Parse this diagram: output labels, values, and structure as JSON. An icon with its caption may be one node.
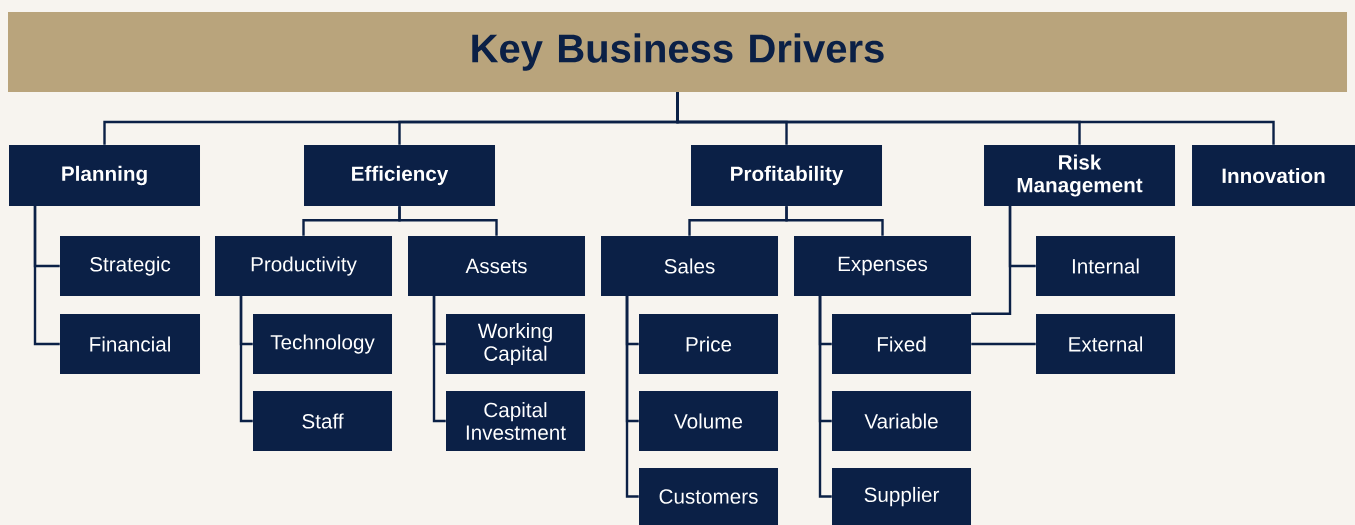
{
  "diagram": {
    "nodes": [
      {
        "text": [
          "Key Business Drivers"
        ]
      },
      {
        "text": [
          "Planning"
        ]
      },
      {
        "text": [
          "Strategic"
        ]
      },
      {
        "text": [
          "Financial"
        ]
      },
      {
        "text": [
          "Efficiency"
        ]
      },
      {
        "text": [
          "Productivity"
        ]
      },
      {
        "text": [
          "Technology"
        ]
      },
      {
        "text": [
          "Staff"
        ]
      },
      {
        "text": [
          "Assets"
        ]
      },
      {
        "text": [
          "Working Capital"
        ]
      },
      {
        "text": [
          "Capital Investment"
        ]
      },
      {
        "text": [
          "Profitability"
        ]
      },
      {
        "text": [
          "Sales"
        ]
      },
      {
        "text": [
          "Price"
        ]
      },
      {
        "text": [
          "Volume"
        ]
      },
      {
        "text": [
          "Customers"
        ]
      },
      {
        "text": [
          "Expenses"
        ]
      },
      {
        "text": [
          "Fixed"
        ]
      },
      {
        "text": [
          "Variable"
        ]
      },
      {
        "text": [
          "Supplier"
        ]
      },
      {
        "text": [
          "Risk Management"
        ]
      },
      {
        "text": [
          "Internal"
        ]
      },
      {
        "text": [
          "External"
        ]
      },
      {
        "text": [
          "Innovation"
        ]
      }
    ],
    "edges": [
      {
        "from": 0,
        "to": 1,
        "arrow": "none"
      },
      {
        "from": 0,
        "to": 4,
        "arrow": "none"
      },
      {
        "from": 0,
        "to": 11,
        "arrow": "none"
      },
      {
        "from": 0,
        "to": 20,
        "arrow": "none"
      },
      {
        "from": 0,
        "to": 23,
        "arrow": "none"
      },
      {
        "from": 1,
        "to": 2,
        "arrow": "none"
      },
      {
        "from": 1,
        "to": 3,
        "arrow": "none"
      },
      {
        "from": 4,
        "to": 5,
        "arrow": "none"
      },
      {
        "from": 4,
        "to": 8,
        "arrow": "none"
      },
      {
        "from": 5,
        "to": 6,
        "arrow": "none"
      },
      {
        "from": 5,
        "to": 7,
        "arrow": "none"
      },
      {
        "from": 8,
        "to": 9,
        "arrow": "none"
      },
      {
        "from": 8,
        "to": 10,
        "arrow": "none"
      },
      {
        "from": 11,
        "to": 12,
        "arrow": "none"
      },
      {
        "from": 11,
        "to": 16,
        "arrow": "none"
      },
      {
        "from": 12,
        "to": 13,
        "arrow": "none"
      },
      {
        "from": 12,
        "to": 14,
        "arrow": "none"
      },
      {
        "from": 12,
        "to": 15,
        "arrow": "none"
      },
      {
        "from": 16,
        "to": 17,
        "arrow": "none"
      },
      {
        "from": 16,
        "to": 18,
        "arrow": "none"
      },
      {
        "from": 16,
        "to": 19,
        "arrow": "none"
      },
      {
        "from": 20,
        "to": 21,
        "arrow": "none"
      },
      {
        "from": 20,
        "to": 17,
        "arrow": "none"
      },
      {
        "from": 17,
        "to": 22,
        "arrow": "none"
      }
    ]
  }
}
